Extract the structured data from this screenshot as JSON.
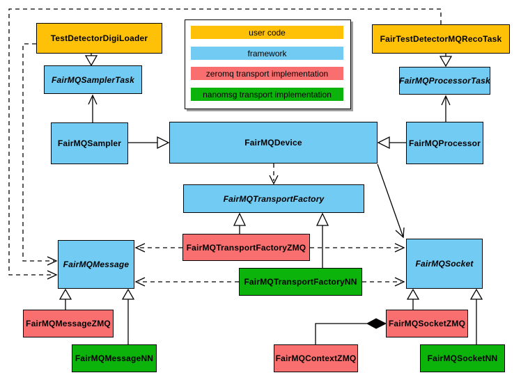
{
  "legend": {
    "items": [
      {
        "label": "user code",
        "color": "#FFC107"
      },
      {
        "label": "framework",
        "color": "#72CBF2"
      },
      {
        "label": "zeromq transport implementation",
        "color": "#F96F6F"
      },
      {
        "label": "nanomsg transport implementation",
        "color": "#0BB30B"
      }
    ]
  },
  "nodes": {
    "testDetectorDigiLoader": {
      "label": "TestDetectorDigiLoader",
      "category": "user code",
      "abstract": false
    },
    "fairTestDetectorMQRecoTask": {
      "label": "FairTestDetectorMQRecoTask",
      "category": "user code",
      "abstract": false
    },
    "fairMQSamplerTask": {
      "label": "FairMQSamplerTask",
      "category": "framework",
      "abstract": true
    },
    "fairMQProcessorTask": {
      "label": "FairMQProcessorTask",
      "category": "framework",
      "abstract": true
    },
    "fairMQSampler": {
      "label": "FairMQSampler",
      "category": "framework",
      "abstract": false
    },
    "fairMQDevice": {
      "label": "FairMQDevice",
      "category": "framework",
      "abstract": false
    },
    "fairMQProcessor": {
      "label": "FairMQProcessor",
      "category": "framework",
      "abstract": false
    },
    "fairMQTransportFactory": {
      "label": "FairMQTransportFactory",
      "category": "framework",
      "abstract": true
    },
    "fairMQTransportFactoryZMQ": {
      "label": "FairMQTransportFactoryZMQ",
      "category": "zeromq",
      "abstract": false
    },
    "fairMQTransportFactoryNN": {
      "label": "FairMQTransportFactoryNN",
      "category": "nanomsg",
      "abstract": false
    },
    "fairMQMessage": {
      "label": "FairMQMessage",
      "category": "framework",
      "abstract": true
    },
    "fairMQSocket": {
      "label": "FairMQSocket",
      "category": "framework",
      "abstract": true
    },
    "fairMQMessageZMQ": {
      "label": "FairMQMessageZMQ",
      "category": "zeromq",
      "abstract": false
    },
    "fairMQMessageNN": {
      "label": "FairMQMessageNN",
      "category": "nanomsg",
      "abstract": false
    },
    "fairMQSocketZMQ": {
      "label": "FairMQSocketZMQ",
      "category": "zeromq",
      "abstract": false
    },
    "fairMQContextZMQ": {
      "label": "FairMQContextZMQ",
      "category": "zeromq",
      "abstract": false
    },
    "fairMQSocketNN": {
      "label": "FairMQSocketNN",
      "category": "nanomsg",
      "abstract": false
    }
  },
  "edges": [
    {
      "from": "TestDetectorDigiLoader",
      "to": "FairMQSamplerTask",
      "type": "inheritance"
    },
    {
      "from": "FairTestDetectorMQRecoTask",
      "to": "FairMQProcessorTask",
      "type": "inheritance"
    },
    {
      "from": "FairMQSampler",
      "to": "FairMQSamplerTask",
      "type": "association"
    },
    {
      "from": "FairMQProcessor",
      "to": "FairMQProcessorTask",
      "type": "association"
    },
    {
      "from": "FairMQSampler",
      "to": "FairMQDevice",
      "type": "inheritance"
    },
    {
      "from": "FairMQProcessor",
      "to": "FairMQDevice",
      "type": "inheritance"
    },
    {
      "from": "FairMQDevice",
      "to": "FairMQTransportFactory",
      "type": "dependency"
    },
    {
      "from": "FairMQDevice",
      "to": "FairMQSocket",
      "type": "association"
    },
    {
      "from": "FairMQTransportFactoryZMQ",
      "to": "FairMQTransportFactory",
      "type": "inheritance"
    },
    {
      "from": "FairMQTransportFactoryNN",
      "to": "FairMQTransportFactory",
      "type": "inheritance"
    },
    {
      "from": "FairMQTransportFactoryZMQ",
      "to": "FairMQMessage",
      "type": "dependency"
    },
    {
      "from": "FairMQTransportFactoryNN",
      "to": "FairMQMessage",
      "type": "dependency"
    },
    {
      "from": "FairMQTransportFactoryZMQ",
      "to": "FairMQSocket",
      "type": "dependency"
    },
    {
      "from": "FairMQTransportFactoryNN",
      "to": "FairMQSocket",
      "type": "dependency"
    },
    {
      "from": "TestDetectorDigiLoader",
      "to": "FairMQMessage",
      "type": "dependency"
    },
    {
      "from": "FairTestDetectorMQRecoTask",
      "to": "FairMQMessage",
      "type": "dependency"
    },
    {
      "from": "FairMQMessageZMQ",
      "to": "FairMQMessage",
      "type": "inheritance"
    },
    {
      "from": "FairMQMessageNN",
      "to": "FairMQMessage",
      "type": "inheritance"
    },
    {
      "from": "FairMQSocketZMQ",
      "to": "FairMQSocket",
      "type": "inheritance"
    },
    {
      "from": "FairMQSocketNN",
      "to": "FairMQSocket",
      "type": "inheritance"
    },
    {
      "from": "FairMQContextZMQ",
      "to": "FairMQSocketZMQ",
      "type": "composition"
    }
  ]
}
